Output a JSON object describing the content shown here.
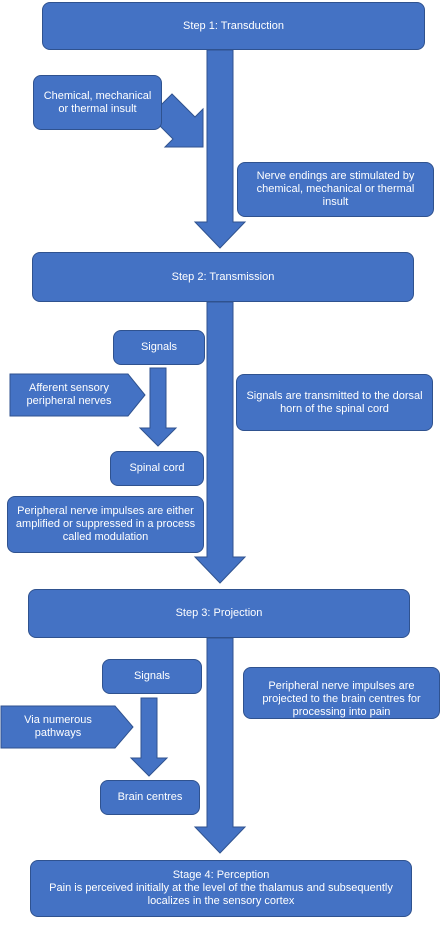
{
  "steps": {
    "step1": "Step 1: Transduction",
    "step2": "Step 2: Transmission",
    "step3": "Step 3: Projection",
    "stage4_title": "Stage 4: Perception",
    "stage4_text": "Pain is perceived initially at the level of the thalamus and subsequently localizes in the sensory cortex"
  },
  "transduction": {
    "insult": "Chemical, mechanical or thermal insult",
    "nerve_endings": "Nerve endings are stimulated by chemical, mechanical or thermal insult"
  },
  "transmission": {
    "signals": "Signals",
    "afferent": "Afferent sensory peripheral nerves",
    "spinal_cord": "Spinal cord",
    "modulation_prefix": "Peripheral nerve impulses are either amplified or suppressed in a process called ",
    "modulation_word": "modulation",
    "dorsal_horn": "Signals are transmitted to the dorsal horn of the spinal cord"
  },
  "projection": {
    "signals": "Signals",
    "pathways": "Via numerous pathways",
    "brain_centres": "Brain centres",
    "projected": "Peripheral nerve impulses are projected to the brain centres for processing into pain"
  },
  "colors": {
    "fill": "#4472c4",
    "border": "#2f528f",
    "text": "#ffffff"
  }
}
